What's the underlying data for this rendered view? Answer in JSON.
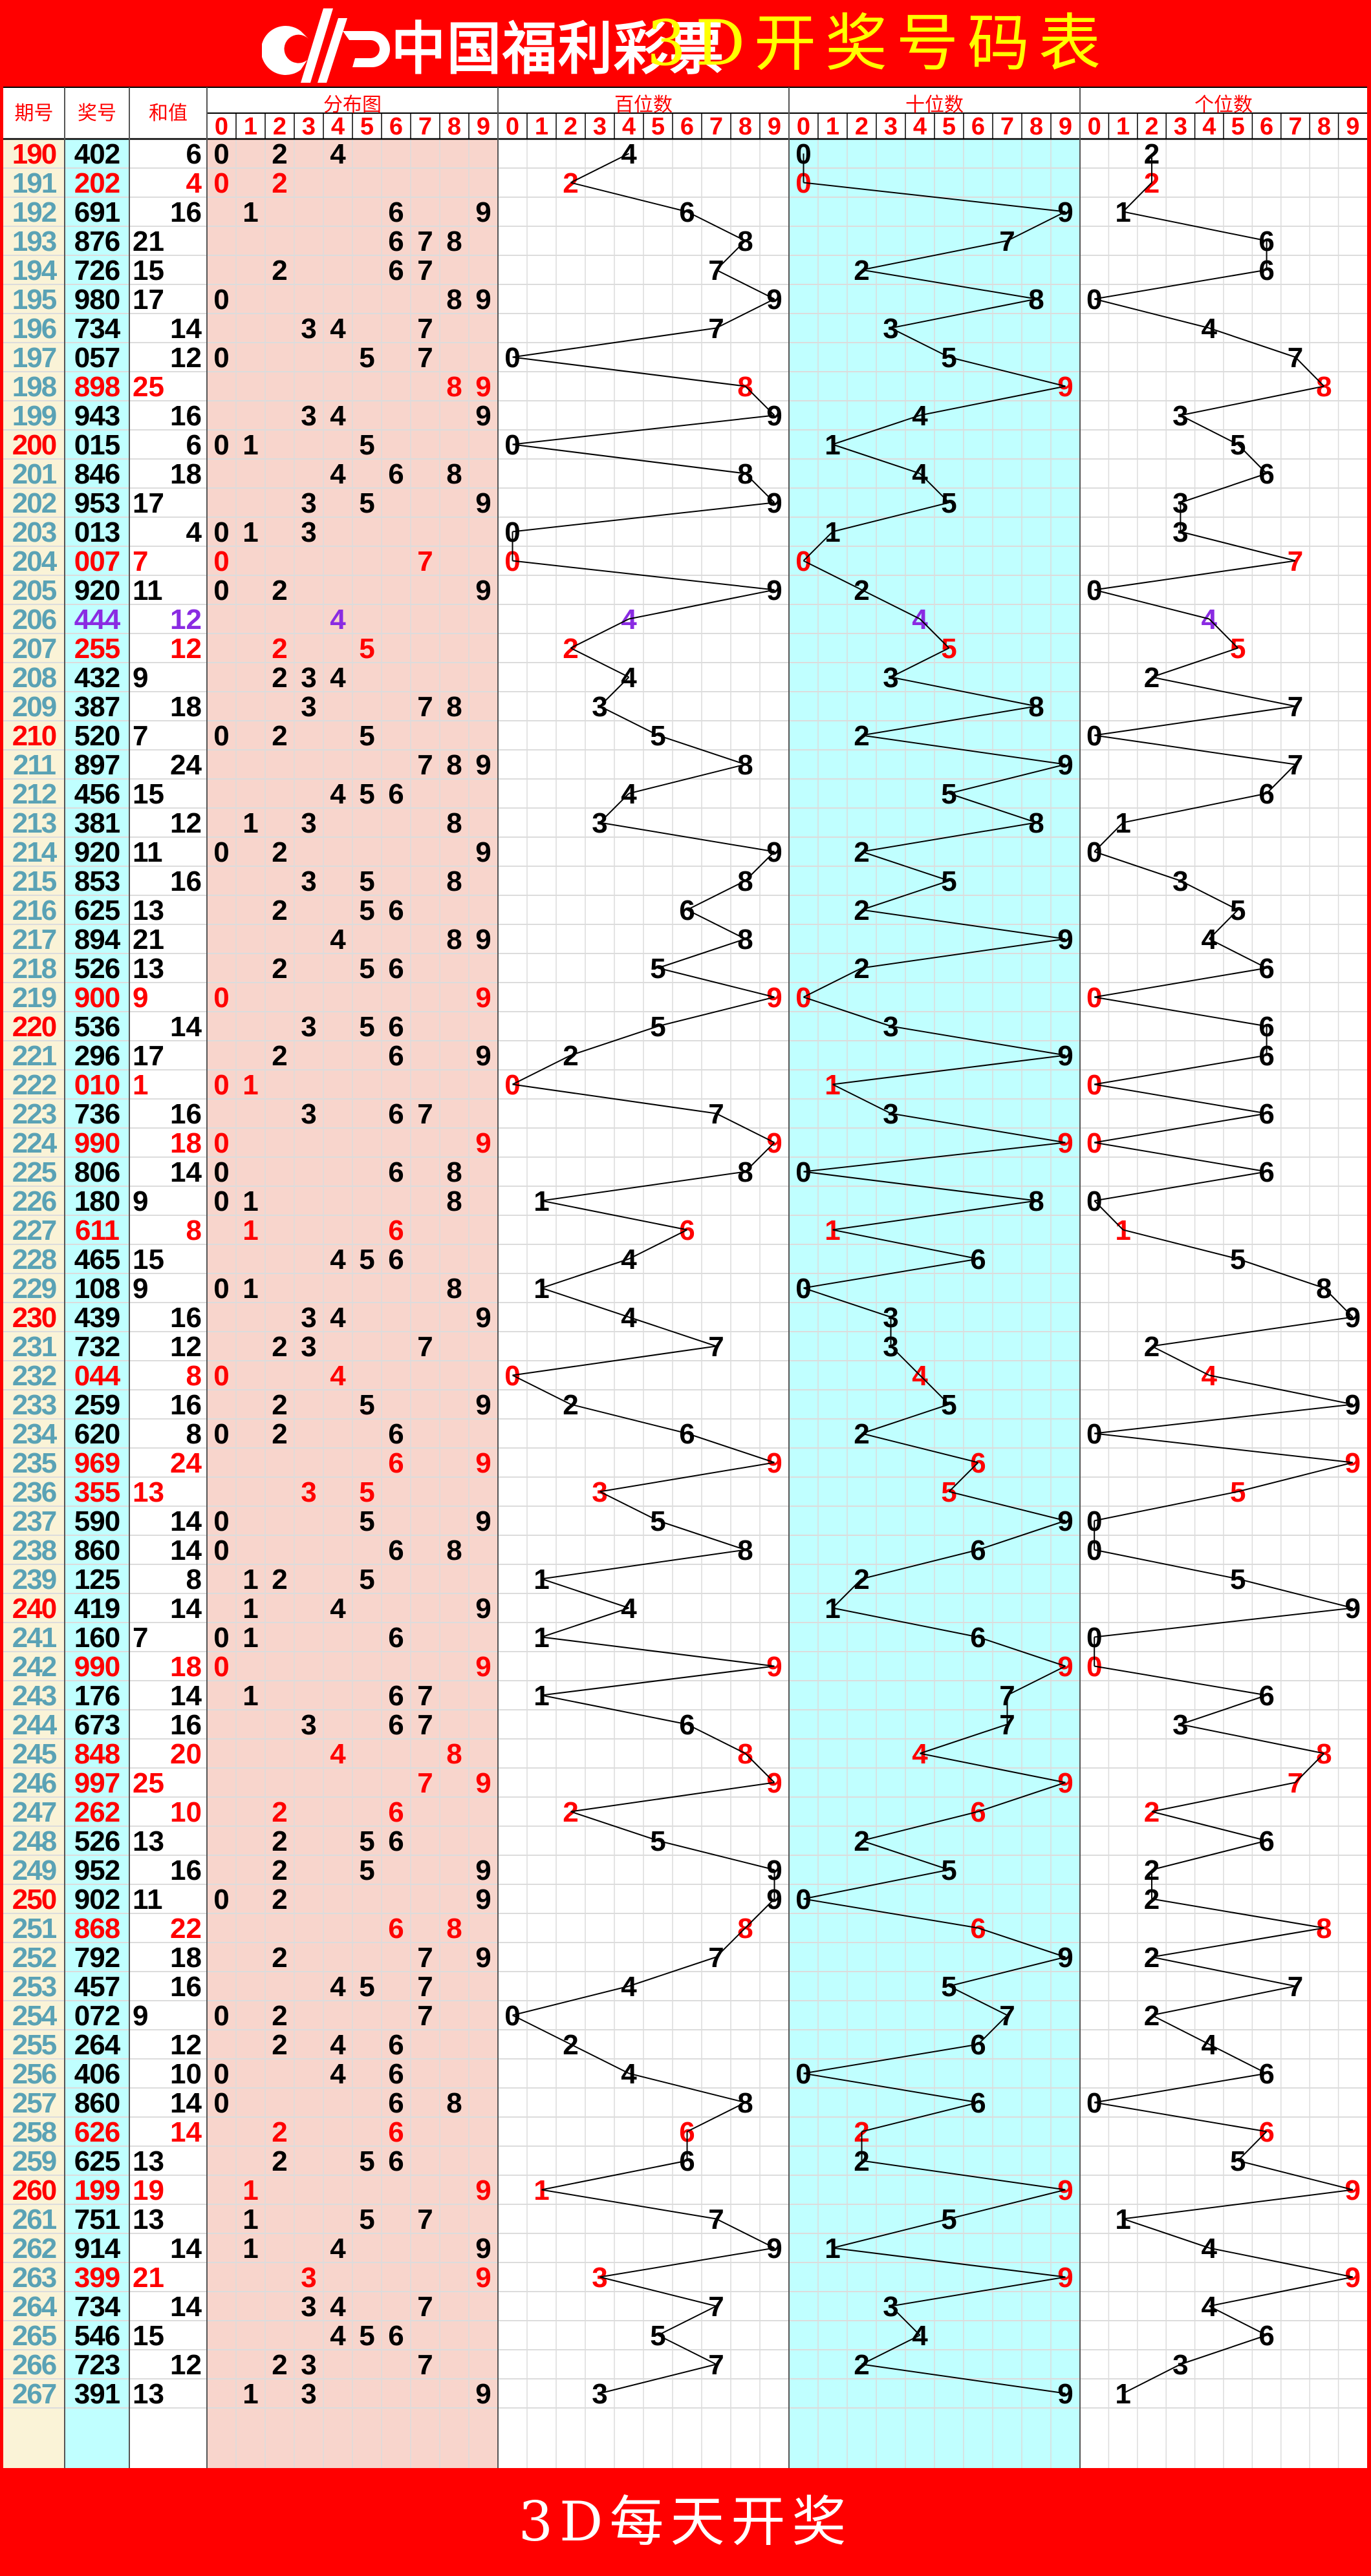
{
  "header": {
    "logo_text": "中国福利彩票",
    "title": "3D开奖号码表",
    "col_period": "期号",
    "col_number": "奖号",
    "col_sum": "和值",
    "groups": [
      "分布图",
      "百位数",
      "十位数",
      "个位数"
    ],
    "digits": [
      "0",
      "1",
      "2",
      "3",
      "4",
      "5",
      "6",
      "7",
      "8",
      "9"
    ]
  },
  "footer": "3D每天开奖",
  "colors": {
    "pair": "#ff0000",
    "triple": "#8a2be2",
    "normal": "#000000",
    "period": "#5aa2b5",
    "period_highlight": "#ff0000",
    "banner": "#ff0000",
    "title": "#ffff00"
  },
  "chart_data": {
    "type": "table",
    "title": "3D开奖号码表",
    "columns": [
      "期号",
      "奖号",
      "和值"
    ],
    "rows": [
      [
        "190",
        "402",
        "6"
      ],
      [
        "191",
        "202",
        "4"
      ],
      [
        "192",
        "691",
        "16"
      ],
      [
        "193",
        "876",
        "21"
      ],
      [
        "194",
        "726",
        "15"
      ],
      [
        "195",
        "980",
        "17"
      ],
      [
        "196",
        "734",
        "14"
      ],
      [
        "197",
        "057",
        "12"
      ],
      [
        "198",
        "898",
        "25"
      ],
      [
        "199",
        "943",
        "16"
      ],
      [
        "200",
        "015",
        "6"
      ],
      [
        "201",
        "846",
        "18"
      ],
      [
        "202",
        "953",
        "17"
      ],
      [
        "203",
        "013",
        "4"
      ],
      [
        "204",
        "007",
        "7"
      ],
      [
        "205",
        "920",
        "11"
      ],
      [
        "206",
        "444",
        "12"
      ],
      [
        "207",
        "255",
        "12"
      ],
      [
        "208",
        "432",
        "9"
      ],
      [
        "209",
        "387",
        "18"
      ],
      [
        "210",
        "520",
        "7"
      ],
      [
        "211",
        "897",
        "24"
      ],
      [
        "212",
        "456",
        "15"
      ],
      [
        "213",
        "381",
        "12"
      ],
      [
        "214",
        "920",
        "11"
      ],
      [
        "215",
        "853",
        "16"
      ],
      [
        "216",
        "625",
        "13"
      ],
      [
        "217",
        "894",
        "21"
      ],
      [
        "218",
        "526",
        "13"
      ],
      [
        "219",
        "900",
        "9"
      ],
      [
        "220",
        "536",
        "14"
      ],
      [
        "221",
        "296",
        "17"
      ],
      [
        "222",
        "010",
        "1"
      ],
      [
        "223",
        "736",
        "16"
      ],
      [
        "224",
        "990",
        "18"
      ],
      [
        "225",
        "806",
        "14"
      ],
      [
        "226",
        "180",
        "9"
      ],
      [
        "227",
        "611",
        "8"
      ],
      [
        "228",
        "465",
        "15"
      ],
      [
        "229",
        "108",
        "9"
      ],
      [
        "230",
        "439",
        "16"
      ],
      [
        "231",
        "732",
        "12"
      ],
      [
        "232",
        "044",
        "8"
      ],
      [
        "233",
        "259",
        "16"
      ],
      [
        "234",
        "620",
        "8"
      ],
      [
        "235",
        "969",
        "24"
      ],
      [
        "236",
        "355",
        "13"
      ],
      [
        "237",
        "590",
        "14"
      ],
      [
        "238",
        "860",
        "14"
      ],
      [
        "239",
        "125",
        "8"
      ],
      [
        "240",
        "419",
        "14"
      ],
      [
        "241",
        "160",
        "7"
      ],
      [
        "242",
        "990",
        "18"
      ],
      [
        "243",
        "176",
        "14"
      ],
      [
        "244",
        "673",
        "16"
      ],
      [
        "245",
        "848",
        "20"
      ],
      [
        "246",
        "997",
        "25"
      ],
      [
        "247",
        "262",
        "10"
      ],
      [
        "248",
        "526",
        "13"
      ],
      [
        "249",
        "952",
        "16"
      ],
      [
        "250",
        "902",
        "11"
      ],
      [
        "251",
        "868",
        "22"
      ],
      [
        "252",
        "792",
        "18"
      ],
      [
        "253",
        "457",
        "16"
      ],
      [
        "254",
        "072",
        "9"
      ],
      [
        "255",
        "264",
        "12"
      ],
      [
        "256",
        "406",
        "10"
      ],
      [
        "257",
        "860",
        "14"
      ],
      [
        "258",
        "626",
        "14"
      ],
      [
        "259",
        "625",
        "13"
      ],
      [
        "260",
        "199",
        "19"
      ],
      [
        "261",
        "751",
        "13"
      ],
      [
        "262",
        "914",
        "14"
      ],
      [
        "263",
        "399",
        "21"
      ],
      [
        "264",
        "734",
        "14"
      ],
      [
        "265",
        "546",
        "15"
      ],
      [
        "266",
        "723",
        "12"
      ],
      [
        "267",
        "391",
        "13"
      ]
    ]
  }
}
